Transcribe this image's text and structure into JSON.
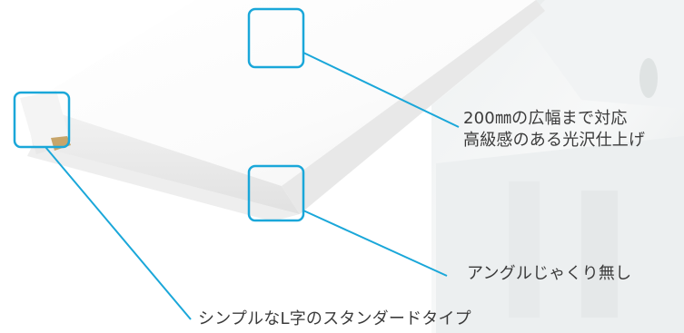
{
  "callouts": {
    "width_feature": {
      "line1": "200㎜の広幅まで対応",
      "line2": "高級感のある光沢仕上げ"
    },
    "angle_feature": "アングルじゃくり無し",
    "shape_feature": "シンプルなL字のスタンダードタイプ"
  },
  "colors": {
    "callout_accent": "#1aa7d9",
    "label_text": "#3b3b3b",
    "board_face": "#f7f7f7",
    "board_edge": "#ebebeb",
    "inner_core": "#c7a56a"
  }
}
